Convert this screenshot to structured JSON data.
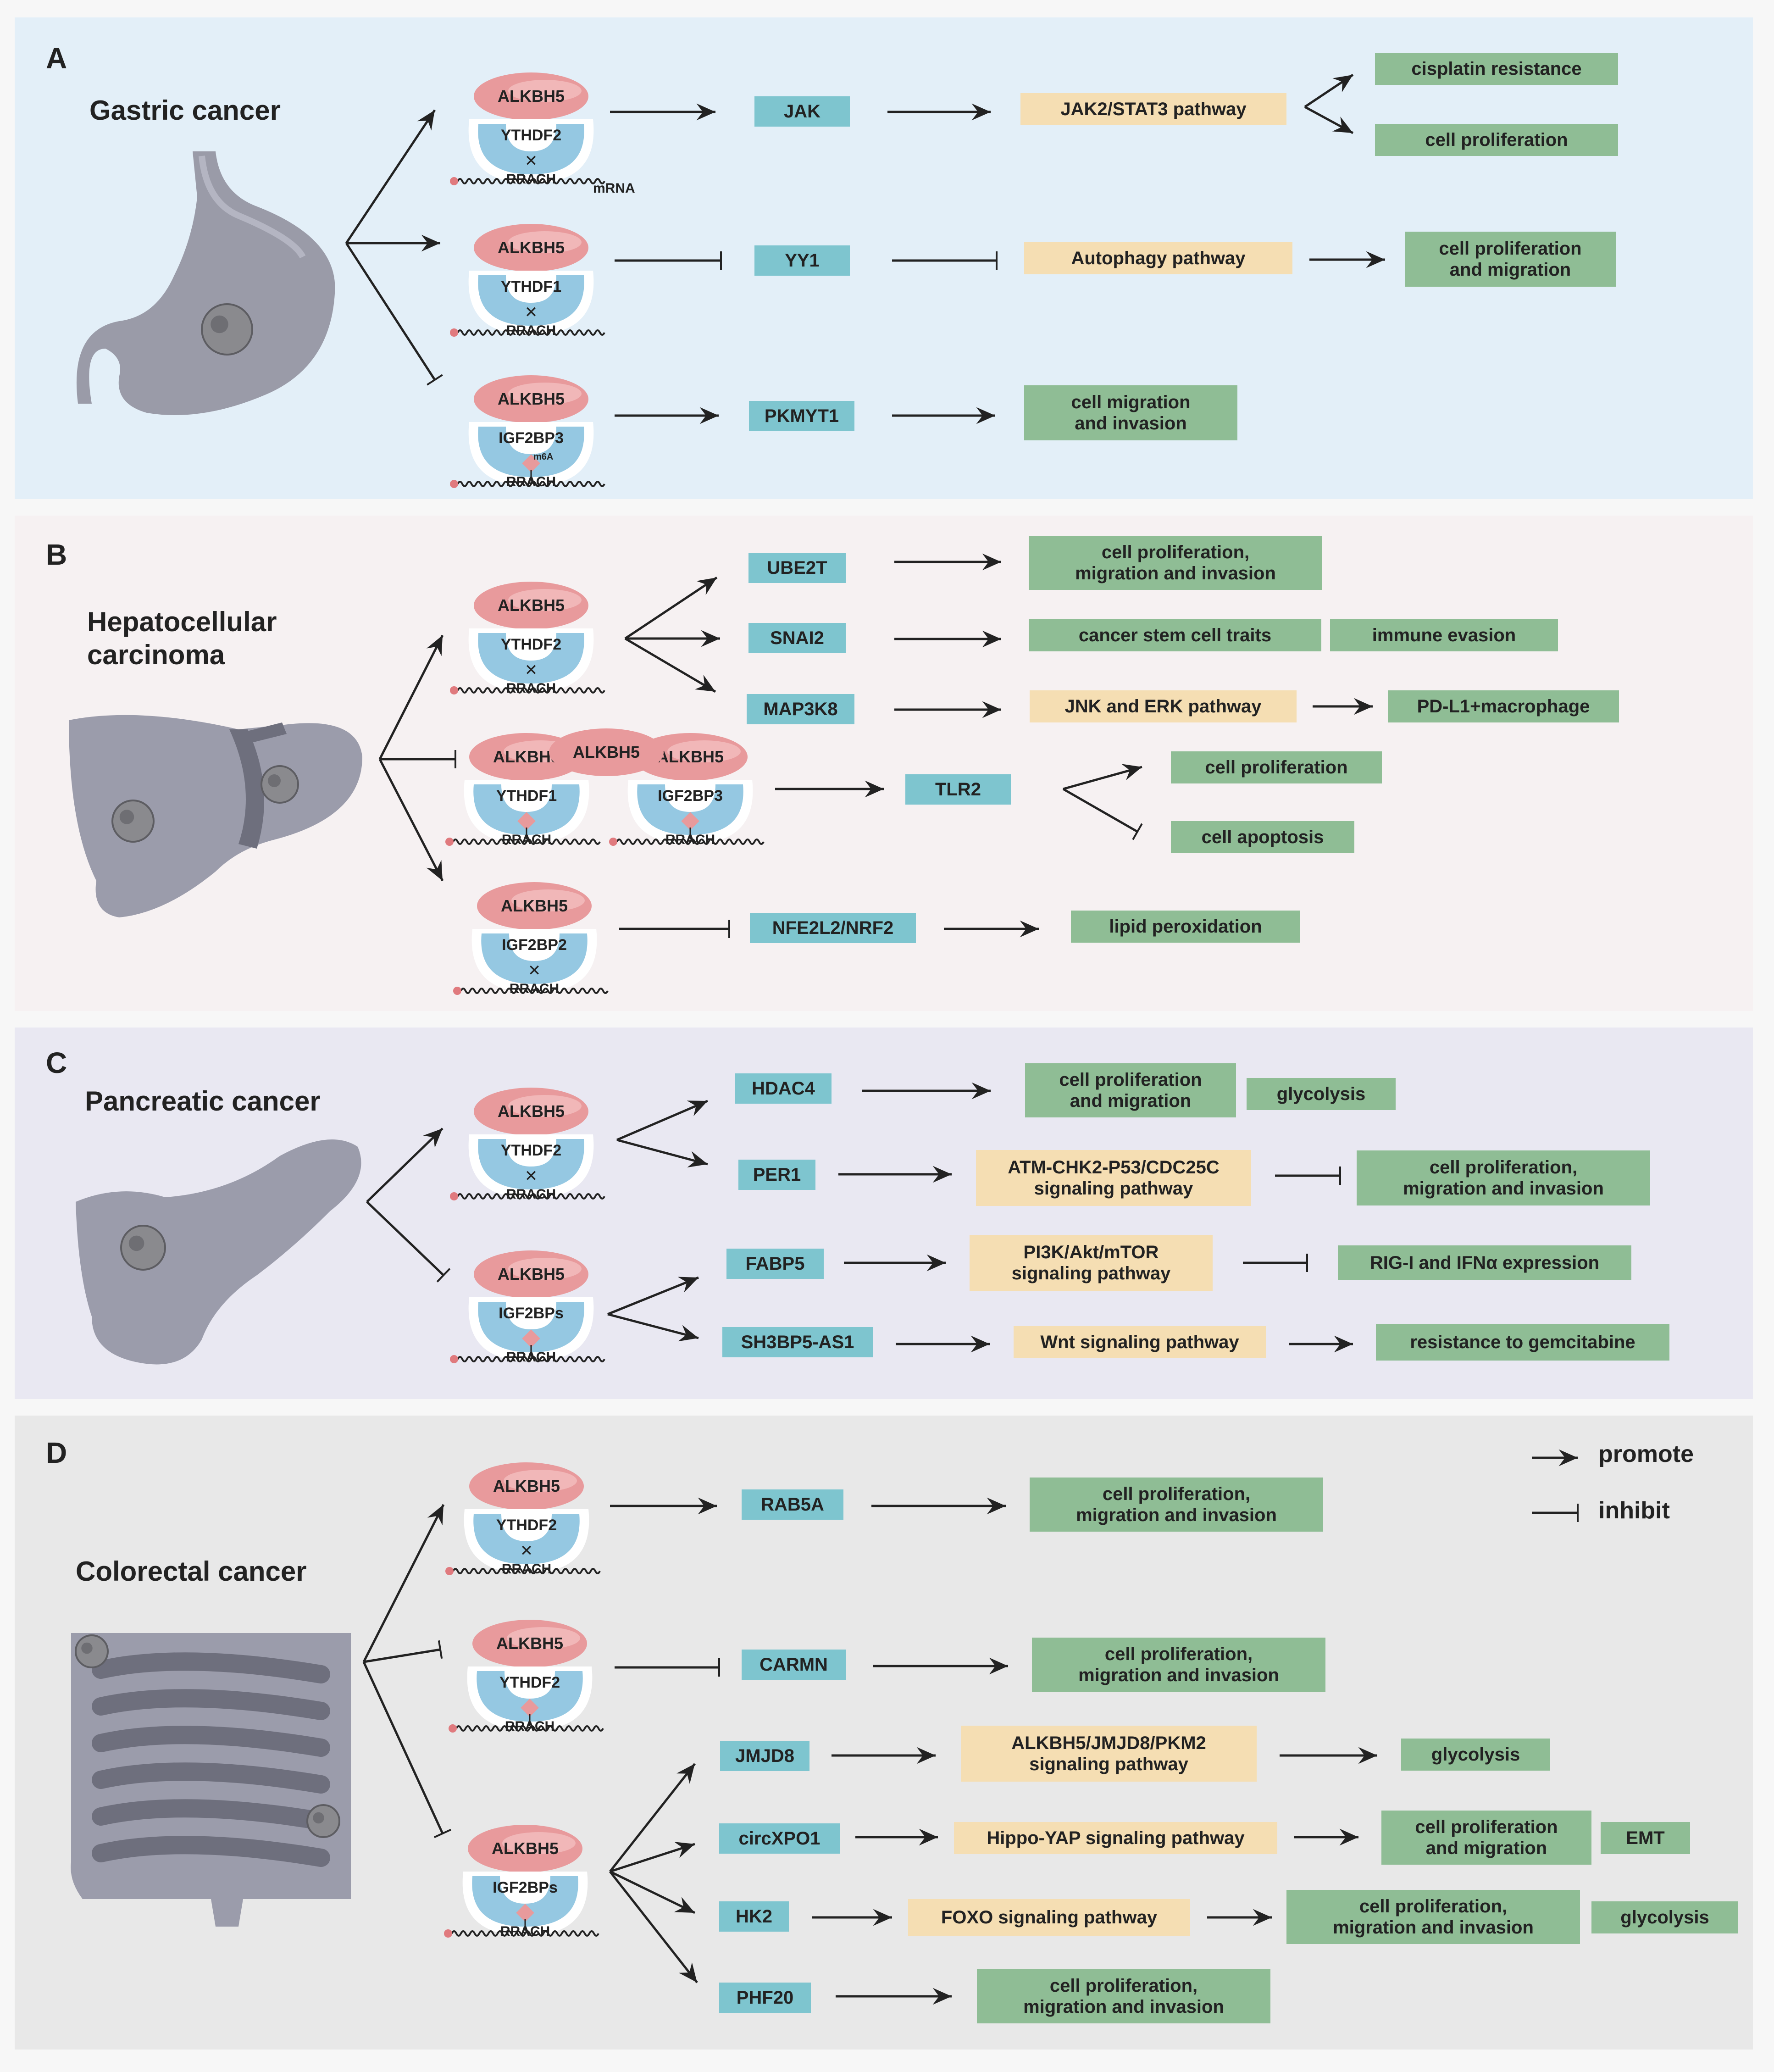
{
  "legend": {
    "promote": "promote",
    "inhibit": "inhibit"
  },
  "molecule_labels": {
    "eraser": "ALKBH5",
    "motif": "RRACH",
    "mrna": "mRNA",
    "m6a": "m6A"
  },
  "panels": {
    "A": {
      "letter": "A",
      "title": "Gastric cancer",
      "readers": [
        "YTHDF2",
        "YTHDF1",
        "IGF2BP3"
      ],
      "genes": [
        "JAK",
        "YY1",
        "PKMYT1"
      ],
      "pathways": [
        "JAK2/STAT3 pathway",
        "Autophagy pathway"
      ],
      "outcomes": [
        "cisplatin resistance",
        "cell proliferation",
        "cell proliferation\nand migration",
        "cell migration\nand invasion"
      ]
    },
    "B": {
      "letter": "B",
      "title": "Hepatocellular\ncarcinoma",
      "readers": [
        "YTHDF2",
        "YTHDF1",
        "IGF2BP3",
        "IGF2BP2"
      ],
      "genes": [
        "UBE2T",
        "SNAI2",
        "MAP3K8",
        "TLR2",
        "NFE2L2/NRF2"
      ],
      "pathways": [
        "JNK and ERK pathway"
      ],
      "outcomes": [
        "cell proliferation,\nmigration and invasion",
        "cancer stem cell traits",
        "immune evasion",
        "PD-L1+macrophage",
        "cell proliferation",
        "cell apoptosis",
        "lipid peroxidation"
      ]
    },
    "C": {
      "letter": "C",
      "title": "Pancreatic cancer",
      "readers": [
        "YTHDF2",
        "IGF2BPs"
      ],
      "genes": [
        "HDAC4",
        "PER1",
        "FABP5",
        "SH3BP5-AS1"
      ],
      "pathways": [
        "ATM-CHK2-P53/CDC25C\nsignaling pathway",
        "PI3K/Akt/mTOR\nsignaling pathway",
        "Wnt signaling pathway"
      ],
      "outcomes": [
        "cell proliferation\nand migration",
        "glycolysis",
        "cell proliferation,\nmigration and invasion",
        "RIG-I and IFNα expression",
        "resistance to gemcitabine"
      ]
    },
    "D": {
      "letter": "D",
      "title": "Colorectal cancer",
      "readers": [
        "YTHDF2",
        "YTHDF2",
        "IGF2BPs"
      ],
      "genes": [
        "RAB5A",
        "CARMN",
        "JMJD8",
        "circXPO1",
        "HK2",
        "PHF20"
      ],
      "pathways": [
        "ALKBH5/JMJD8/PKM2\nsignaling pathway",
        "Hippo-YAP signaling pathway",
        "FOXO signaling pathway"
      ],
      "outcomes": [
        "cell proliferation,\nmigration and invasion",
        "cell proliferation,\nmigration and invasion",
        "glycolysis",
        "cell proliferation\nand migration",
        "EMT",
        "cell proliferation,\nmigration and invasion",
        "glycolysis",
        "cell proliferation,\nmigration and invasion"
      ]
    }
  }
}
